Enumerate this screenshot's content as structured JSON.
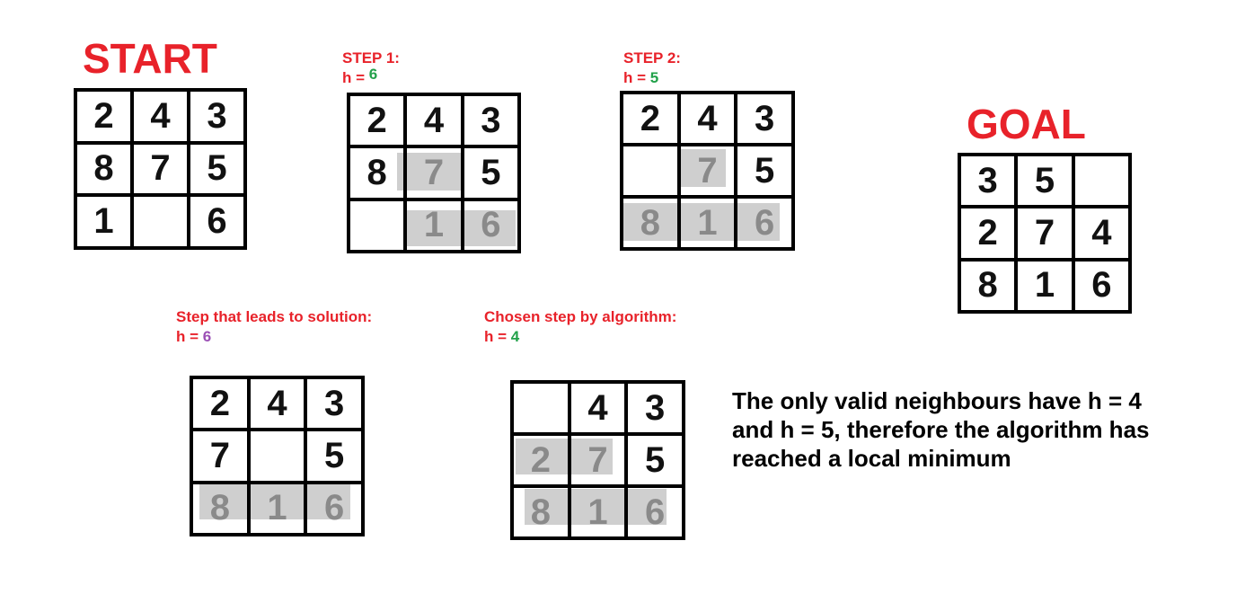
{
  "start": {
    "title": "START",
    "cells": [
      "2",
      "4",
      "3",
      "8",
      "7",
      "5",
      "1",
      "",
      "6"
    ]
  },
  "step1": {
    "label": "STEP 1:",
    "h_label": "h =",
    "h_value": "6",
    "cells": [
      "2",
      "4",
      "3",
      "8",
      "7",
      "5",
      "",
      "1",
      "6"
    ]
  },
  "step2": {
    "label": "STEP 2:",
    "h_label": "h =",
    "h_value": "5",
    "cells": [
      "2",
      "4",
      "3",
      "",
      "7",
      "5",
      "8",
      "1",
      "6"
    ]
  },
  "goal": {
    "title": "GOAL",
    "cells": [
      "3",
      "5",
      "",
      "2",
      "7",
      "4",
      "8",
      "1",
      "6"
    ]
  },
  "solution_step": {
    "label": "Step that leads to solution:",
    "h_label": "h =",
    "h_value": "6",
    "cells": [
      "2",
      "4",
      "3",
      "7",
      "",
      "5",
      "8",
      "1",
      "6"
    ]
  },
  "chosen_step": {
    "label": "Chosen step by algorithm:",
    "h_label": "h =",
    "h_value": "4",
    "cells": [
      "",
      "4",
      "3",
      "2",
      "7",
      "5",
      "8",
      "1",
      "6"
    ]
  },
  "note": {
    "line1": "The only valid neighbours have h = 4",
    "line2": "and h = 5, therefore the algorithm has",
    "line3": "reached a local minimum"
  },
  "colors": {
    "red": "#e8222a",
    "green": "#22a14a",
    "purple": "#9b4fb5",
    "highlight": "#cfcfcf"
  }
}
